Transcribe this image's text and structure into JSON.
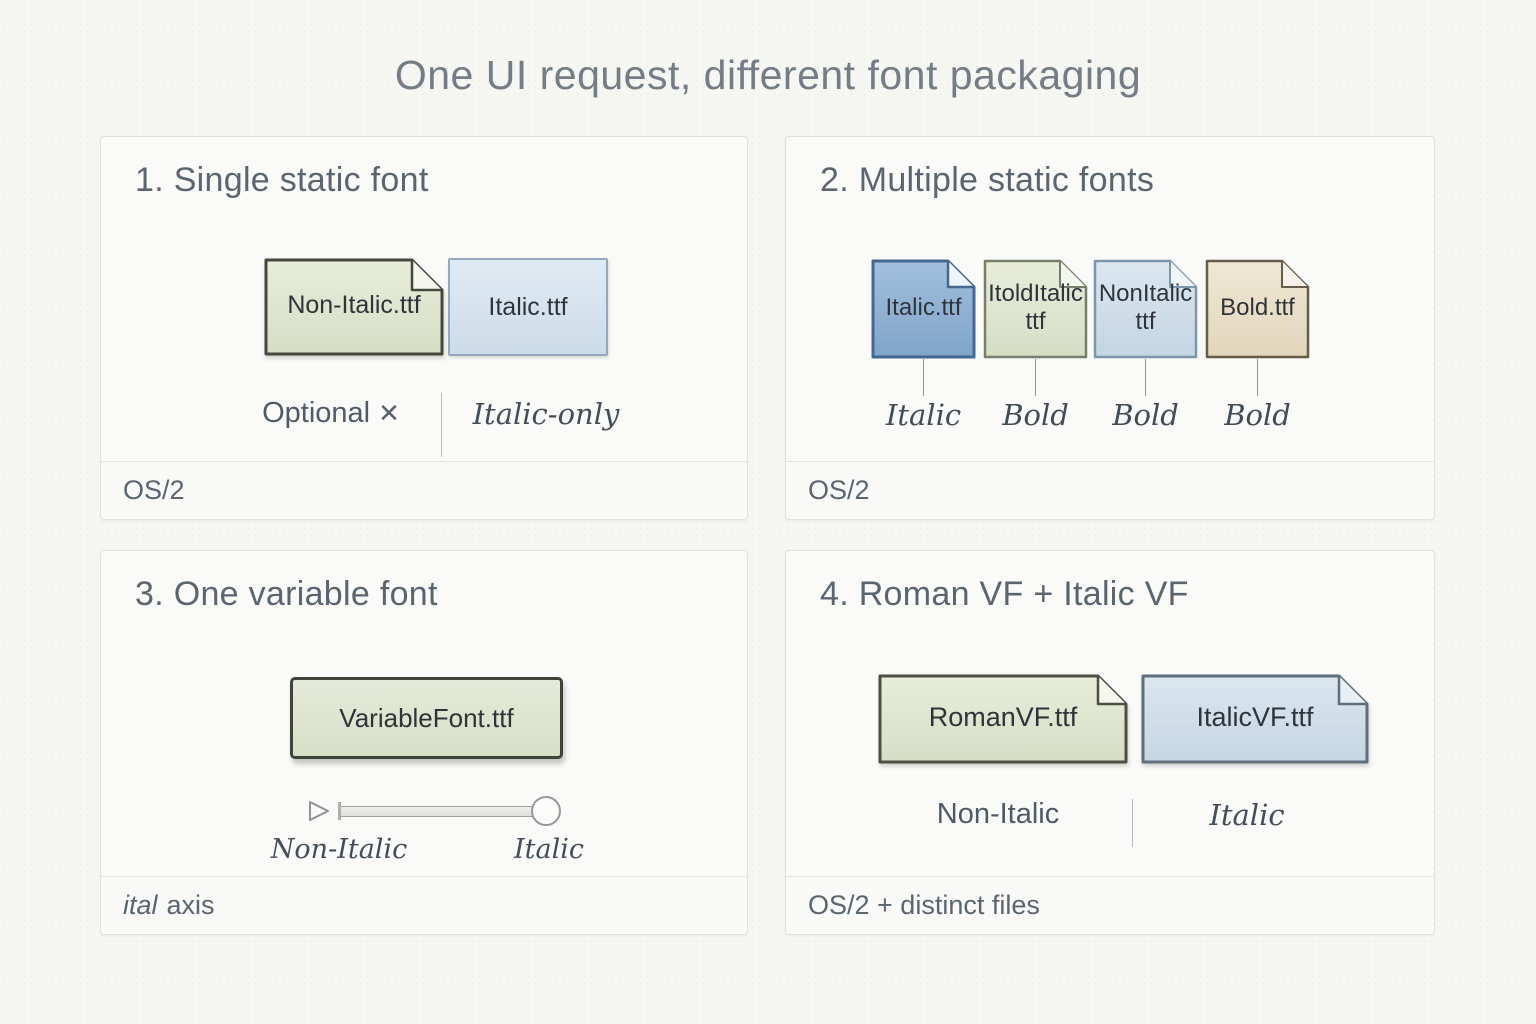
{
  "title": "One UI request, different font packaging",
  "colors": {
    "green_file": "#dde4cf",
    "green_border": "#45493d",
    "blue_file": "#8fb0d4",
    "blue_border": "#44688f",
    "lightblue_file": "#cfdde9",
    "lightblue_border": "#7e96ac",
    "tan_file": "#e9dfca",
    "tan_border": "#675c49",
    "italicvf_border": "#5f6f7c"
  },
  "panels": [
    {
      "heading": "1. Single static font",
      "files": [
        {
          "name": "Non-Italic.ttf"
        },
        {
          "name": "Italic.ttf"
        }
      ],
      "optional_label": "Optional",
      "x_mark": "✕",
      "italic_only_label": "Italic-only",
      "footer": "OS/2"
    },
    {
      "heading": "2. Multiple static fonts",
      "files": [
        {
          "lines": [
            "Italic.ttf"
          ],
          "tag": "Italic"
        },
        {
          "lines": [
            "ItoldItalic",
            "ttf"
          ],
          "tag": "Bold"
        },
        {
          "lines": [
            "NonItalic",
            "ttf"
          ],
          "tag": "Bold"
        },
        {
          "lines": [
            "Bold.ttf"
          ],
          "tag": "Bold"
        }
      ],
      "footer": "OS/2"
    },
    {
      "heading": "3. One variable font",
      "files": [
        {
          "name": "VariableFont.ttf"
        }
      ],
      "slider": {
        "left_label": "Non-Italic",
        "right_label": "Italic",
        "knob_position": "right"
      },
      "footer_axis": "ital",
      "footer_rest": "axis"
    },
    {
      "heading": "4. Roman VF + Italic VF",
      "files": [
        {
          "name": "RomanVF.ttf"
        },
        {
          "name": "ItalicVF.ttf"
        }
      ],
      "left_label": "Non-Italic",
      "right_label": "Italic",
      "footer": "OS/2 + distinct files"
    }
  ]
}
